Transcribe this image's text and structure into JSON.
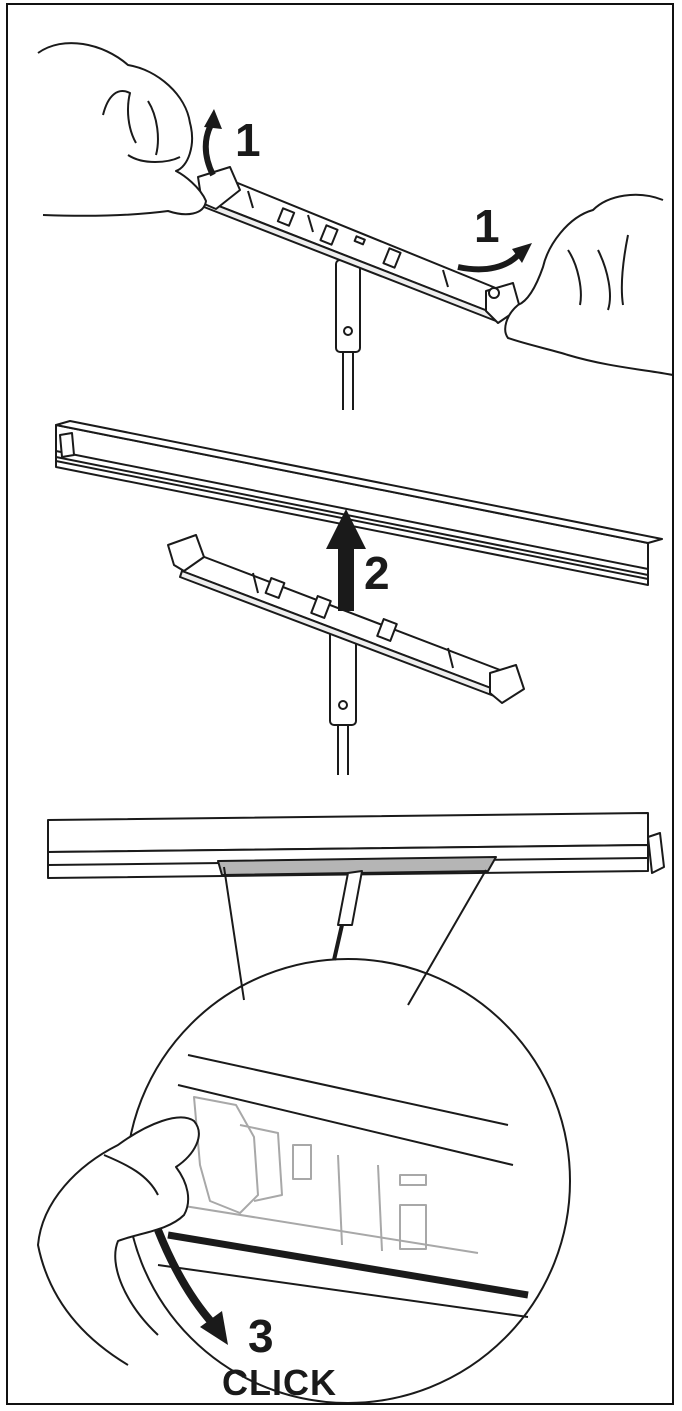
{
  "steps": {
    "step1": {
      "left_label": "1",
      "right_label": "1"
    },
    "step2": {
      "label": "2"
    },
    "step3": {
      "label": "3",
      "action": "CLICK"
    }
  },
  "colors": {
    "line": "#1a1a1a",
    "outline": "#3a3a3a",
    "ghost_part": "#a8a8a8",
    "shade_strip": "#b5b5b5",
    "paper": "#ffffff"
  }
}
